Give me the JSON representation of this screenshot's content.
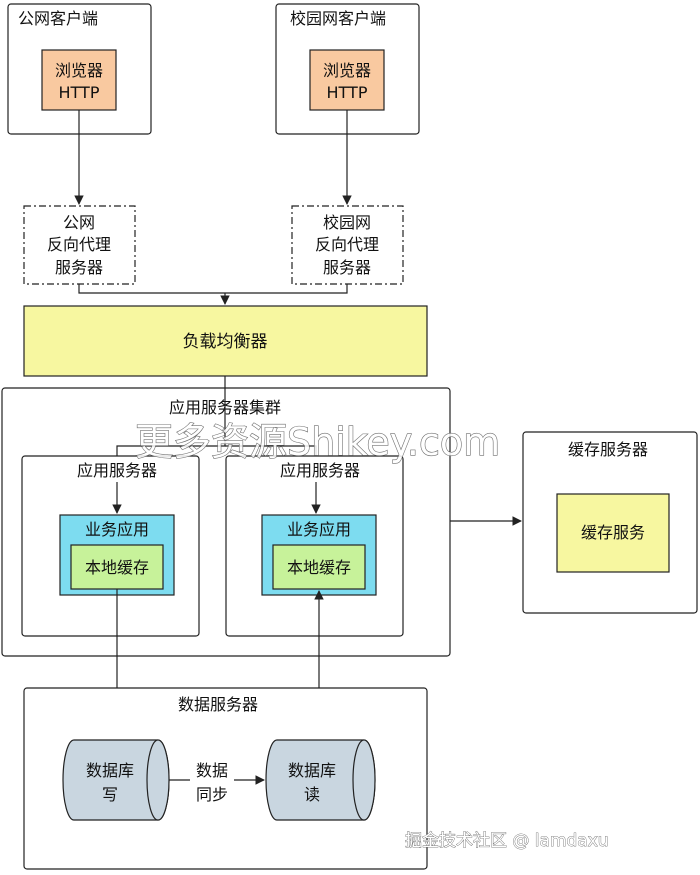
{
  "colors": {
    "browser_fill": "#f9c9a0",
    "balancer_fill": "#f7f7a0",
    "app_fill": "#7ddcf0",
    "cache_fill": "#c7f29a",
    "cache_service_fill": "#f7f7a0",
    "db_fill": "#c9d6e0",
    "stroke": "#222222",
    "watermark": "#666666"
  },
  "clients": {
    "public": {
      "title": "公网客户端",
      "browser_line1": "浏览器",
      "browser_line2": "HTTP"
    },
    "campus": {
      "title": "校园网客户端",
      "browser_line1": "浏览器",
      "browser_line2": "HTTP"
    }
  },
  "proxies": {
    "public": {
      "line1": "公网",
      "line2": "反向代理",
      "line3": "服务器"
    },
    "campus": {
      "line1": "校园网",
      "line2": "反向代理",
      "line3": "服务器"
    }
  },
  "load_balancer": {
    "label": "负载均衡器"
  },
  "app_cluster": {
    "title": "应用服务器集群",
    "servers": [
      {
        "title": "应用服务器",
        "app_label": "业务应用",
        "cache_label": "本地缓存"
      },
      {
        "title": "应用服务器",
        "app_label": "业务应用",
        "cache_label": "本地缓存"
      }
    ]
  },
  "cache_server": {
    "title": "缓存服务器",
    "service_label": "缓存服务"
  },
  "data_server": {
    "title": "数据服务器",
    "write_db": {
      "line1": "数据库",
      "line2": "写"
    },
    "read_db": {
      "line1": "数据库",
      "line2": "读"
    },
    "sync_label": {
      "line1": "数据",
      "line2": "同步"
    }
  },
  "watermarks": {
    "center": "更多资源Shikey.com",
    "corner": "掘金技术社区 @ lamdaxu"
  }
}
